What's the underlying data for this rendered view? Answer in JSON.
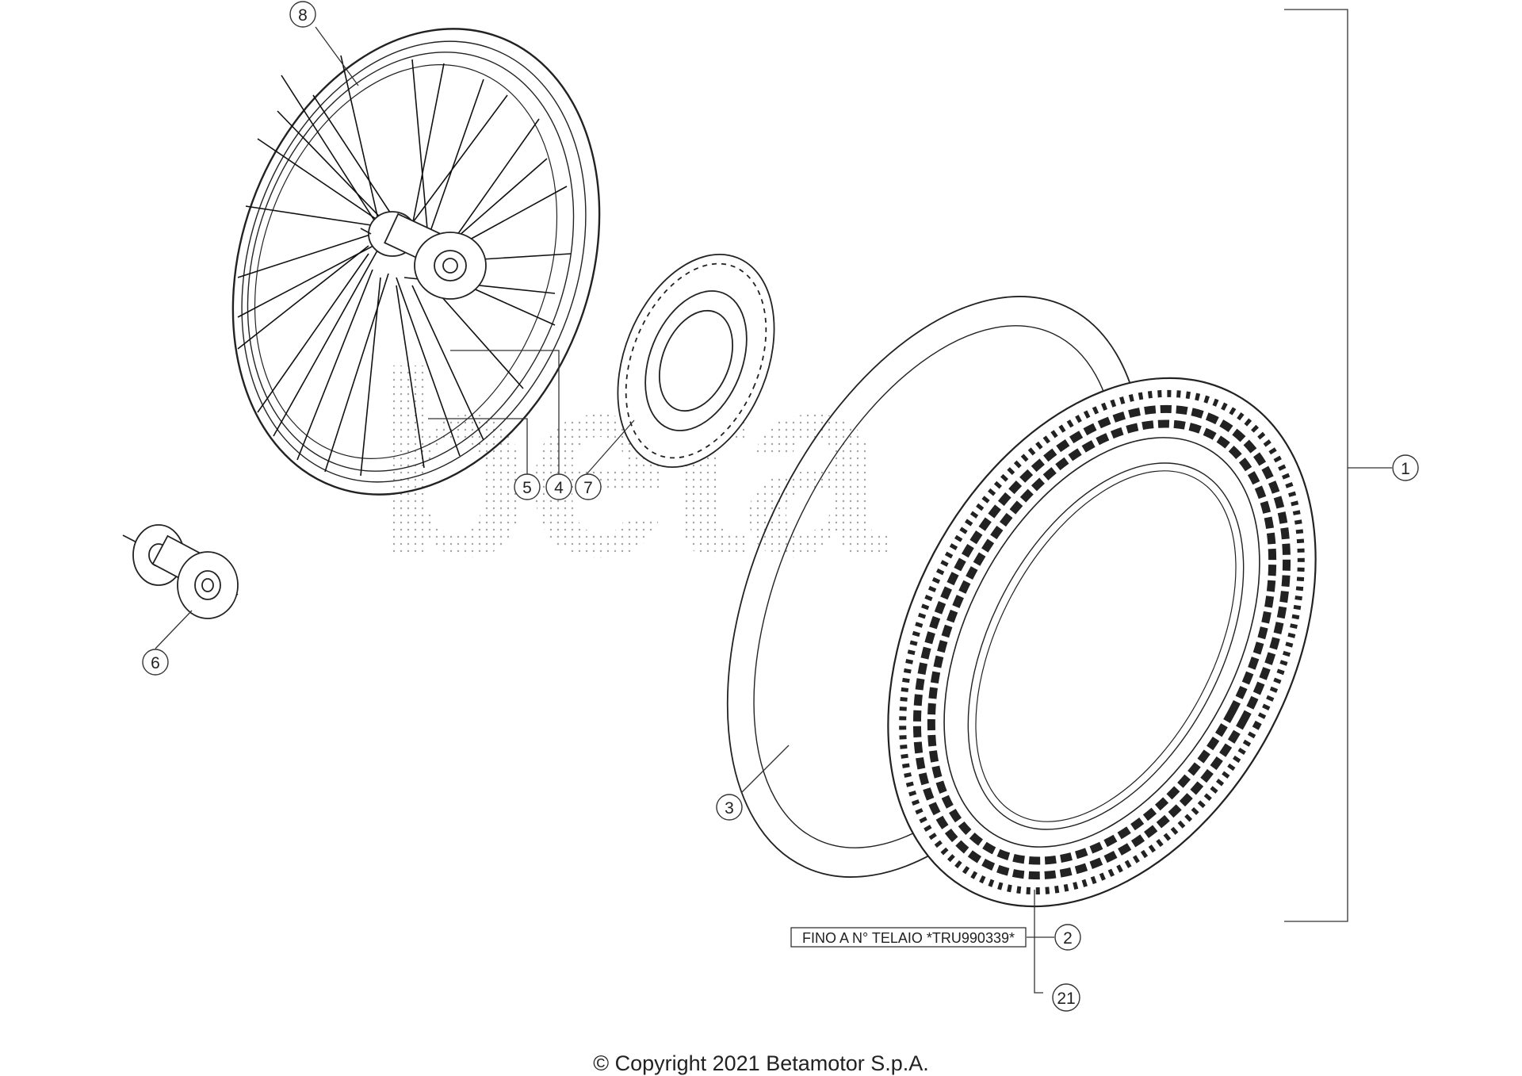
{
  "callouts": [
    {
      "id": "1",
      "label": "1"
    },
    {
      "id": "2",
      "label": "2"
    },
    {
      "id": "3",
      "label": "3"
    },
    {
      "id": "4",
      "label": "4"
    },
    {
      "id": "5",
      "label": "5"
    },
    {
      "id": "6",
      "label": "6"
    },
    {
      "id": "7",
      "label": "7"
    },
    {
      "id": "8",
      "label": "8"
    },
    {
      "id": "21",
      "label": "21"
    }
  ],
  "note_box": "FINO A N° TELAIO *TRU990339*",
  "watermark": "beta",
  "copyright": "© Copyright 2021 Betamotor S.p.A."
}
